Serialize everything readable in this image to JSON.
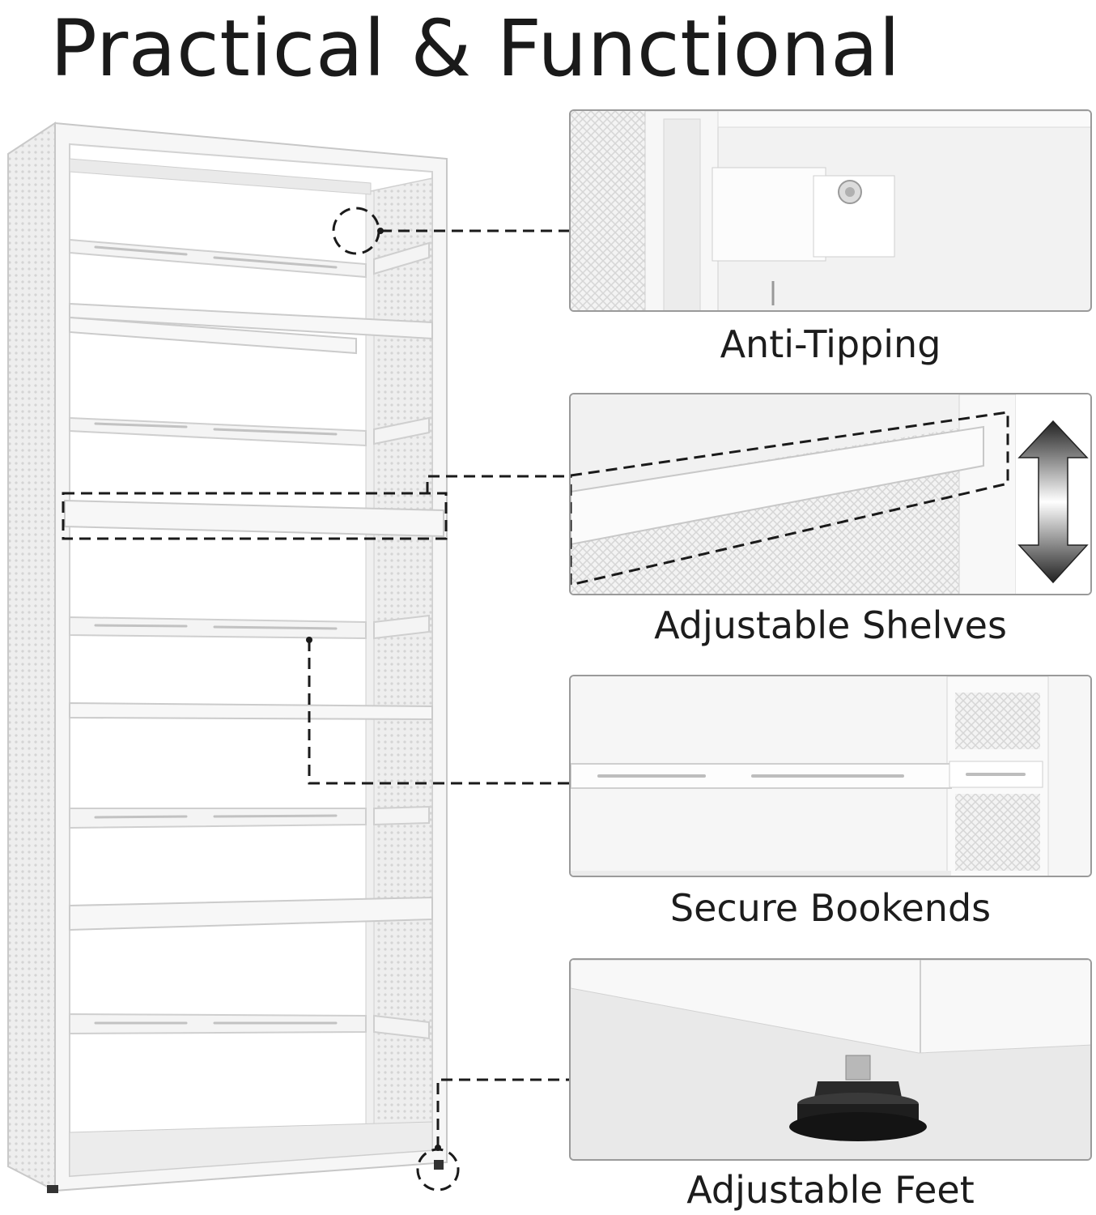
{
  "title": "Practical & Functional",
  "features": [
    {
      "label": "Anti-Tipping",
      "icon": "anti-tipping-bracket-icon"
    },
    {
      "label": "Adjustable Shelves",
      "icon": "up-down-arrow-icon"
    },
    {
      "label": "Secure Bookends",
      "icon": "bookend-rail-icon"
    },
    {
      "label": "Adjustable Feet",
      "icon": "leveling-foot-icon"
    }
  ],
  "colors": {
    "frame": "#f4f4f4",
    "outline": "#c9c9c9",
    "callout": "#1a1a1a",
    "foot": "#1e1e1e"
  }
}
